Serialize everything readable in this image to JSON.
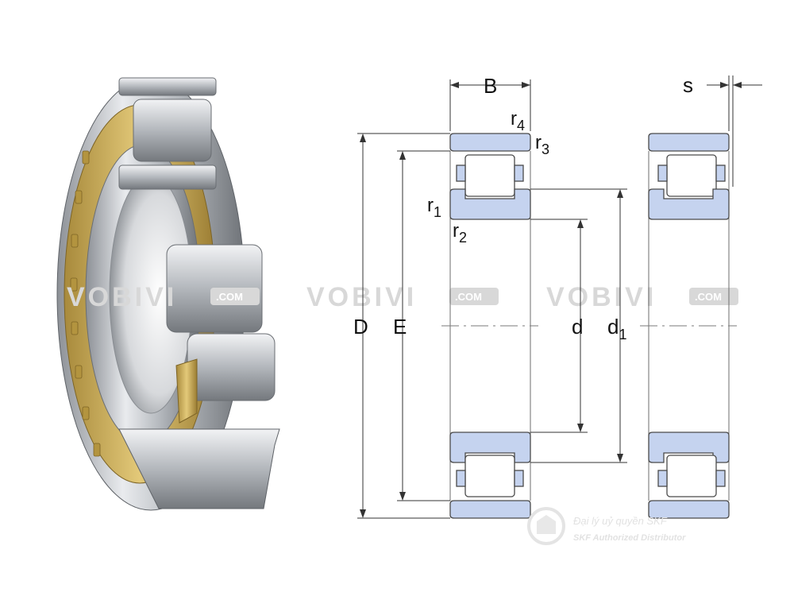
{
  "labels": {
    "B": "B",
    "s": "s",
    "r4_base": "r",
    "r4_sub": "4",
    "r3_base": "r",
    "r3_sub": "3",
    "r1_base": "r",
    "r1_sub": "1",
    "r2_base": "r",
    "r2_sub": "2",
    "D": "D",
    "E": "E",
    "d": "d",
    "d1_base": "d",
    "d1_sub": "1"
  },
  "watermark": {
    "brand": "VOBIVI",
    "domain": ".COM"
  },
  "distributor": {
    "line1": "Đại lý uỷ quyền SKF",
    "line2": "SKF Authorized Distributor"
  },
  "colors": {
    "ring_fill": "#c5d3ef",
    "ring_stroke": "#4a4a4a",
    "cage_brass": "#cfae5a",
    "steel": "#b9bcc0"
  }
}
